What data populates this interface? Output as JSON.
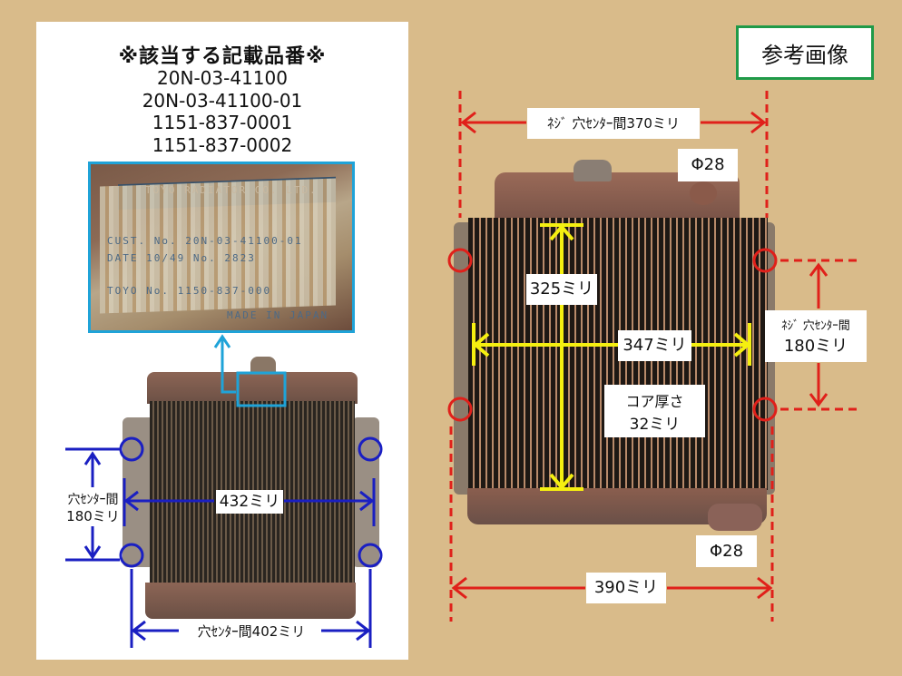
{
  "left_panel": {
    "title": "※該当する記載品番※",
    "part_numbers": [
      "20N-03-41100",
      "20N-03-41100-01",
      "1151-837-0001",
      "1151-837-0002"
    ],
    "nameplate": {
      "line1": "TOYO RADIATOR CO. LTD.",
      "line2": "CUST. No. 20N-03-41100-01",
      "line3": "DATE 10/49  No. 2823",
      "line4": "TOYO No. 1150-837-000",
      "line5": "MADE IN JAPAN"
    },
    "dimensions": {
      "width": "432ミリ",
      "hole_vertical_label": "穴ｾﾝﾀｰ間",
      "hole_vertical_value": "180ミリ",
      "hole_horizontal": "穴ｾﾝﾀｰ間402ミリ"
    },
    "accent_color": "#1a1fc2",
    "highlight_color": "#1fa3d8"
  },
  "right_panel": {
    "badge": "参考画像",
    "badge_color": "#1f9a48",
    "dimensions": {
      "screw_hole_horizontal": "ﾈｼﾞ 穴ｾﾝﾀｰ間370ミリ",
      "top_pipe": "Φ28",
      "core_height": "325ミリ",
      "core_width": "347ミリ",
      "screw_hole_vertical_label": "ﾈｼﾞ 穴ｾﾝﾀｰ間",
      "screw_hole_vertical_value": "180ミリ",
      "core_thickness_label": "コア厚さ",
      "core_thickness_value": "32ミリ",
      "bottom_pipe": "Φ28",
      "overall_width": "390ミリ"
    },
    "accent_color": "#e0201a",
    "core_color": "#f5ef10"
  }
}
